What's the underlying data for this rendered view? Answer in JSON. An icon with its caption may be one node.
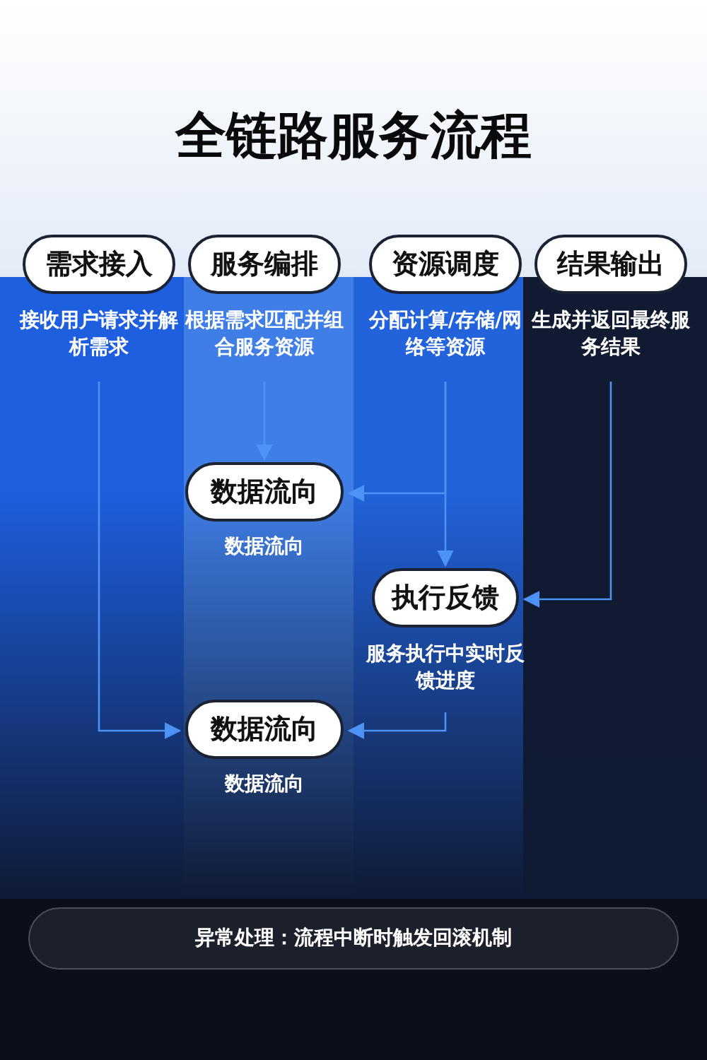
{
  "diagram": {
    "title": "全链路服务流程",
    "nodes": [
      {
        "text": [
          "需求接入"
        ],
        "beside": [
          "接收用户请求并解析需求"
        ]
      },
      {
        "text": [
          "服务编排"
        ],
        "beside": [
          "根据需求匹配并组合服务资源"
        ]
      },
      {
        "text": [
          "资源调度"
        ],
        "beside": [
          "分配计算/存储/网络等资源"
        ]
      },
      {
        "text": [
          "结果输出"
        ],
        "beside": [
          "生成并返回最终服务结果"
        ]
      },
      {
        "text": [
          "数据流向"
        ],
        "beside": [
          "数据流向"
        ]
      },
      {
        "text": [
          "执行反馈"
        ],
        "beside": [
          "服务执行中实时反馈进度"
        ]
      },
      {
        "text": [
          "数据流向"
        ],
        "beside": [
          "数据流向"
        ]
      },
      {
        "text": [
          "异常处理：流程中断时触发回滚机制"
        ]
      }
    ],
    "edges": [
      {
        "from": 1,
        "to": 4,
        "arrow": "to"
      },
      {
        "from": 2,
        "to": 4,
        "arrow": "to"
      },
      {
        "from": 2,
        "to": 5,
        "arrow": "to"
      },
      {
        "from": 3,
        "to": 5,
        "arrow": "to"
      },
      {
        "from": 0,
        "to": 6,
        "arrow": "to"
      },
      {
        "from": 5,
        "to": 6,
        "arrow": "to"
      }
    ]
  }
}
